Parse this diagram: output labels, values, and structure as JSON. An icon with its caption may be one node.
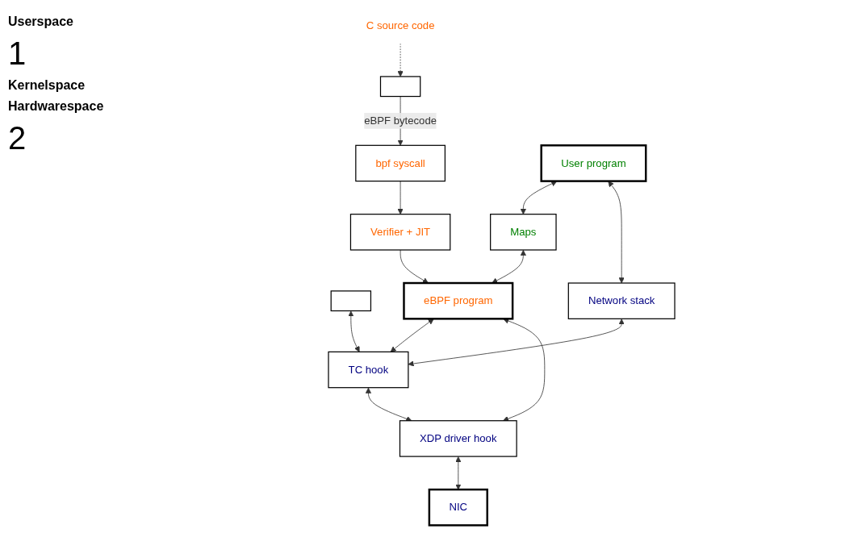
{
  "diagram": {
    "nodes": [
      {
        "text": [
          "C source code"
        ]
      },
      {
        "text": [],
        "shape": "box"
      },
      {
        "text": [
          "bpf syscall"
        ]
      },
      {
        "text": [
          "User program"
        ]
      },
      {
        "text": [],
        "shape": "box"
      },
      {
        "text": [
          "Verifier + JIT"
        ]
      },
      {
        "text": [
          "Maps"
        ]
      },
      {
        "text": [
          "Network stack"
        ]
      },
      {
        "text": [
          "eBPF program"
        ]
      },
      {
        "text": [
          "TC hook"
        ]
      },
      {
        "text": [
          "XDP driver hook"
        ]
      },
      {
        "text": [
          "NIC"
        ]
      }
    ],
    "edges": [
      {
        "from": 0,
        "to": 1,
        "arrow": "to",
        "style": "dashed"
      },
      {
        "from": 1,
        "to": 2,
        "arrow": "to",
        "label": "eBPF bytecode"
      },
      {
        "from": 2,
        "to": 5,
        "arrow": "to"
      },
      {
        "from": 3,
        "to": 6,
        "arrow": "both"
      },
      {
        "from": 3,
        "to": 7,
        "arrow": "both"
      },
      {
        "from": 5,
        "to": 8,
        "arrow": "to"
      },
      {
        "from": 6,
        "to": 8,
        "arrow": "both"
      },
      {
        "from": 7,
        "to": 9,
        "arrow": "both"
      },
      {
        "from": 4,
        "to": 9,
        "arrow": "both"
      },
      {
        "from": 8,
        "to": 9,
        "arrow": "both"
      },
      {
        "from": 8,
        "to": 10,
        "arrow": "both"
      },
      {
        "from": 9,
        "to": 10,
        "arrow": "both"
      },
      {
        "from": 10,
        "to": 11,
        "arrow": "both"
      }
    ],
    "labels": [
      "Userspace",
      "1",
      "Kernelspace",
      "Hardwarespace",
      "2"
    ]
  }
}
